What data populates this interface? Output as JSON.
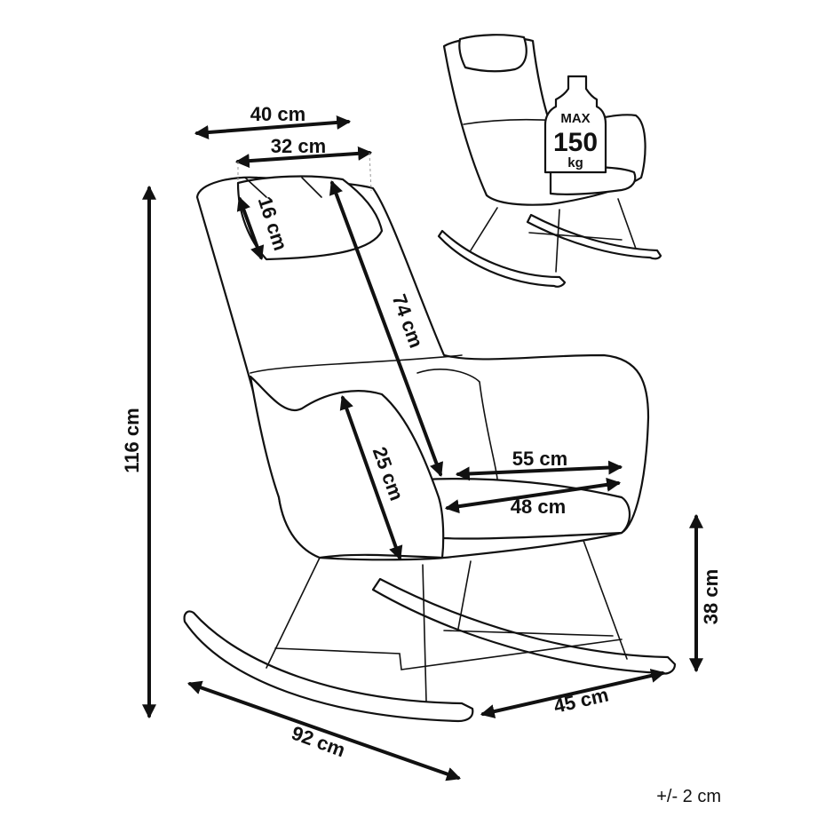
{
  "dimensions": {
    "headrest_width": "40 cm",
    "headrest_inner_width": "32 cm",
    "headrest_height": "16 cm",
    "backrest_length": "74 cm",
    "armrest_height": "25 cm",
    "seat_width": "55 cm",
    "seat_inner_width": "48 cm",
    "total_height": "116 cm",
    "seat_height": "38 cm",
    "total_depth": "92 cm",
    "base_width": "45 cm"
  },
  "max_load": {
    "label": "MAX",
    "value": "150",
    "unit": "kg"
  },
  "tolerance": "+/- 2 cm"
}
